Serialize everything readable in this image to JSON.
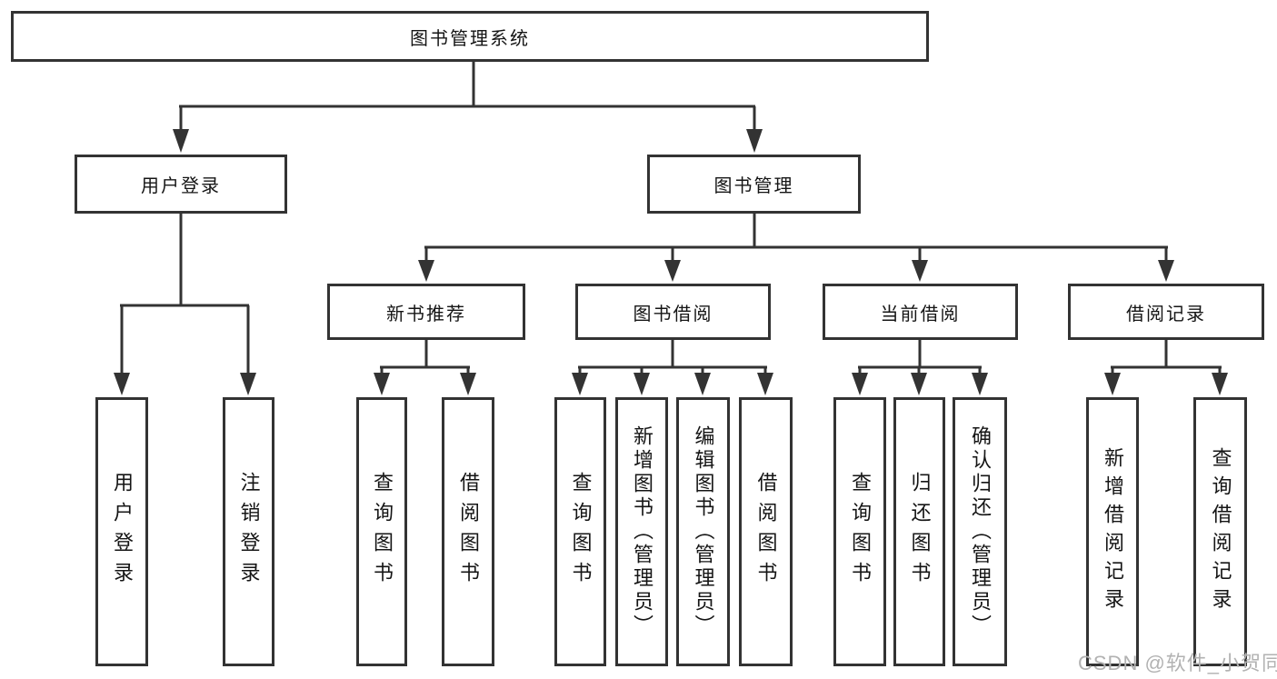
{
  "nodes": {
    "root": {
      "label": "图书管理系统"
    },
    "userLogin": {
      "label": "用户登录"
    },
    "bookMgmt": {
      "label": "图书管理"
    },
    "newBookRec": {
      "label": "新书推荐"
    },
    "bookBorrow": {
      "label": "图书借阅"
    },
    "currentBorrow": {
      "label": "当前借阅"
    },
    "borrowRecord": {
      "label": "借阅记录"
    },
    "leafUserLogin": {
      "label": "用户登录"
    },
    "leafLogout": {
      "label": "注销登录"
    },
    "nbQuery": {
      "label": "查询图书"
    },
    "nbBorrow": {
      "label": "借阅图书"
    },
    "bbQuery": {
      "label": "查询图书"
    },
    "bbAdd": {
      "label": "新增图书（管理员）"
    },
    "bbEdit": {
      "label": "编辑图书（管理员）"
    },
    "bbBorrow": {
      "label": "借阅图书"
    },
    "cbQuery": {
      "label": "查询图书"
    },
    "cbReturn": {
      "label": "归还图书"
    },
    "cbConfirm": {
      "label": "确认归还（管理员）"
    },
    "brAdd": {
      "label": "新增借阅记录"
    },
    "brQuery": {
      "label": "查询借阅记录"
    }
  },
  "structure": {
    "root": "图书管理系统",
    "children": [
      {
        "label": "用户登录",
        "children": [
          "用户登录",
          "注销登录"
        ]
      },
      {
        "label": "图书管理",
        "children": [
          {
            "label": "新书推荐",
            "children": [
              "查询图书",
              "借阅图书"
            ]
          },
          {
            "label": "图书借阅",
            "children": [
              "查询图书",
              "新增图书（管理员）",
              "编辑图书（管理员）",
              "借阅图书"
            ]
          },
          {
            "label": "当前借阅",
            "children": [
              "查询图书",
              "归还图书",
              "确认归还（管理员）"
            ]
          },
          {
            "label": "借阅记录",
            "children": [
              "新增借阅记录",
              "查询借阅记录"
            ]
          }
        ]
      }
    ]
  },
  "watermark": {
    "text": "CSDN @软件_小贺同学"
  },
  "colors": {
    "line": "#333333",
    "border": "#333333",
    "fill": "#ffffff",
    "text": "#151515",
    "background": "#ffffff",
    "watermark": "#b2b2b2"
  }
}
